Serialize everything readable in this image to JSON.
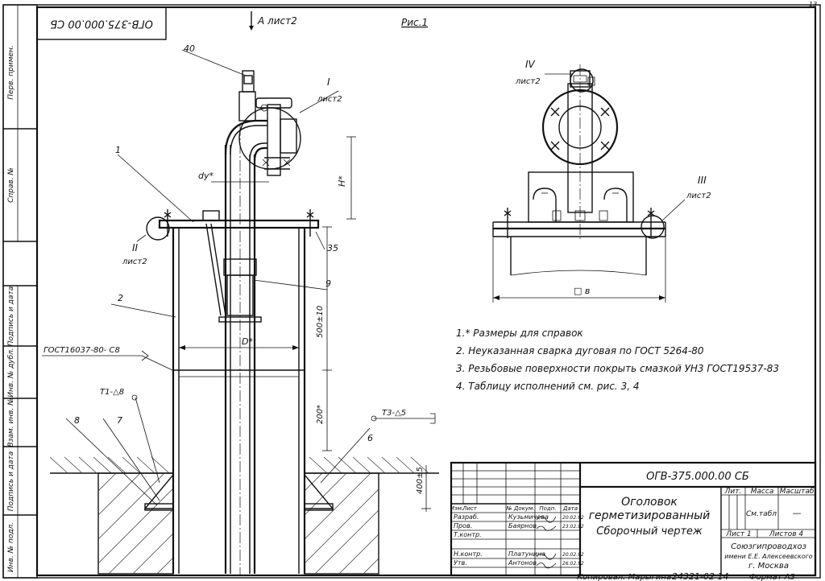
{
  "sheet": {
    "page_number": "13",
    "doc_code_rotated": "ОГВ-375.000.00 СБ",
    "view_a": "А лист2",
    "figure": "Рис.1"
  },
  "side_stamp": [
    "Перв. примен.",
    "Справ. №",
    "Подпись и дата",
    "Инв. № дубл.",
    "Взам. инв. №",
    "Подпись и дата",
    "Инв. № подл."
  ],
  "callouts": {
    "c40": "40",
    "c1": "1",
    "c2": "2",
    "c7": "7",
    "c8": "8",
    "c9": "9",
    "c35": "35",
    "c6": "6",
    "view_I_num": "I",
    "view_I_sheet": "лист2",
    "view_II_num": "II",
    "view_II_sheet": "лист2",
    "view_III_num": "III",
    "view_III_sheet": "лист2",
    "view_IV_num": "IV",
    "view_IV_sheet": "лист2",
    "dy": "dy*",
    "h": "H*",
    "d": "D*",
    "dim_500": "500±10",
    "dim_200": "200*",
    "dim_400": "400±5",
    "dim_b": "□ в",
    "weld1": "ГОСТ16037-80- С8",
    "weld2": "Т1-△8",
    "weld3": "Т3-△5"
  },
  "notes": [
    "1.* Размеры для справок",
    "2. Неуказанная сварка дуговая по ГОСТ 5264-80",
    "3. Резьбовые поверхности покрыть смазкой УН3 ГОСТ19537-83",
    "4. Таблицу исполнений  см. рис. 3, 4"
  ],
  "title_block": {
    "designation": "ОГВ-375.000.00 СБ",
    "name_line1": "Оголовок",
    "name_line2": "герметизированный",
    "name_line3": "Сборочный чертеж",
    "col_lit": "Лит.",
    "col_mass": "Масса",
    "col_scale": "Масштаб",
    "mass_value": "См.табл",
    "scale_value": "—",
    "sheet_label": "Лист 1",
    "sheets_label": "Листов 4",
    "org_line1": "Союзгипроводхоз",
    "org_line2": "имени Е.Е. Алексеевского",
    "org_line3": "г. Москва",
    "header_row": [
      "Изм.",
      "Лист",
      "№ Докум.",
      "Подп.",
      "Дата"
    ],
    "rows": [
      {
        "role": "Разраб.",
        "name": "Кузьмичева",
        "date": "20.02.92"
      },
      {
        "role": "Пров.",
        "name": "Баярнов",
        "date": "23.02.92"
      },
      {
        "role": "Т.контр.",
        "name": "",
        "date": ""
      },
      {
        "role": "",
        "name": "",
        "date": ""
      },
      {
        "role": "Н.контр.",
        "name": "Платунина",
        "date": "20.02.92"
      },
      {
        "role": "Утв.",
        "name": "Антонов",
        "date": "26.02.92"
      }
    ]
  },
  "footer": {
    "copied": "Копировал: Марыгина",
    "number": "24321-02  14",
    "format": "Формат А3"
  }
}
